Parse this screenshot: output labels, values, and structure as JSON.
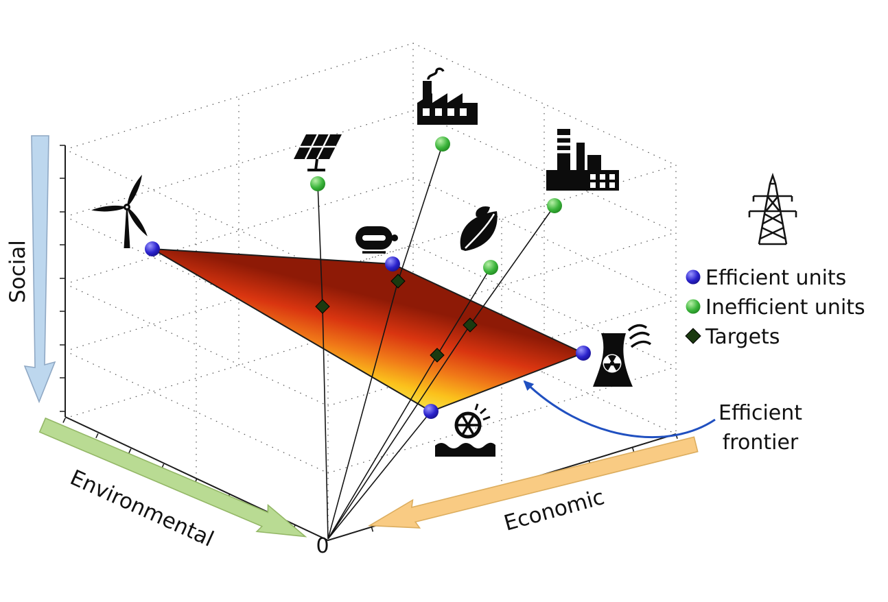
{
  "figure": {
    "origin_label": "0"
  },
  "axes": {
    "social": {
      "label": "Social",
      "arrow_fill": "#bdd7ee",
      "arrow_stroke": "#8fa8c4"
    },
    "environmental": {
      "label": "Environmental",
      "arrow_fill": "#b9db93",
      "arrow_stroke": "#93b766"
    },
    "economic": {
      "label": "Economic",
      "arrow_fill": "#f9cb83",
      "arrow_stroke": "#dcad5e"
    }
  },
  "legend": {
    "items": [
      {
        "marker": "sphere",
        "color": "#2a22cc",
        "label": "Efficient units"
      },
      {
        "marker": "sphere",
        "color": "#3cb53c",
        "label": "Inefficient units"
      },
      {
        "marker": "diamond",
        "color": "#1b3a10",
        "label": "Targets"
      }
    ]
  },
  "annotation": {
    "line1": "Efficient",
    "line2": "frontier",
    "arrow_color": "#2050c0"
  },
  "surface": {
    "gradient_stops": [
      "#8e1a06",
      "#d93510",
      "#f07818",
      "#fbc21c",
      "#f4ea52"
    ]
  },
  "icons": {
    "efficient_units": [
      "wind-turbine",
      "generator",
      "nuclear-plant",
      "hydro-dam"
    ],
    "inefficient_units": [
      "solar-panel",
      "factory",
      "industrial-plant",
      "biomass-leaf"
    ],
    "decorative": [
      "transmission-tower"
    ]
  }
}
